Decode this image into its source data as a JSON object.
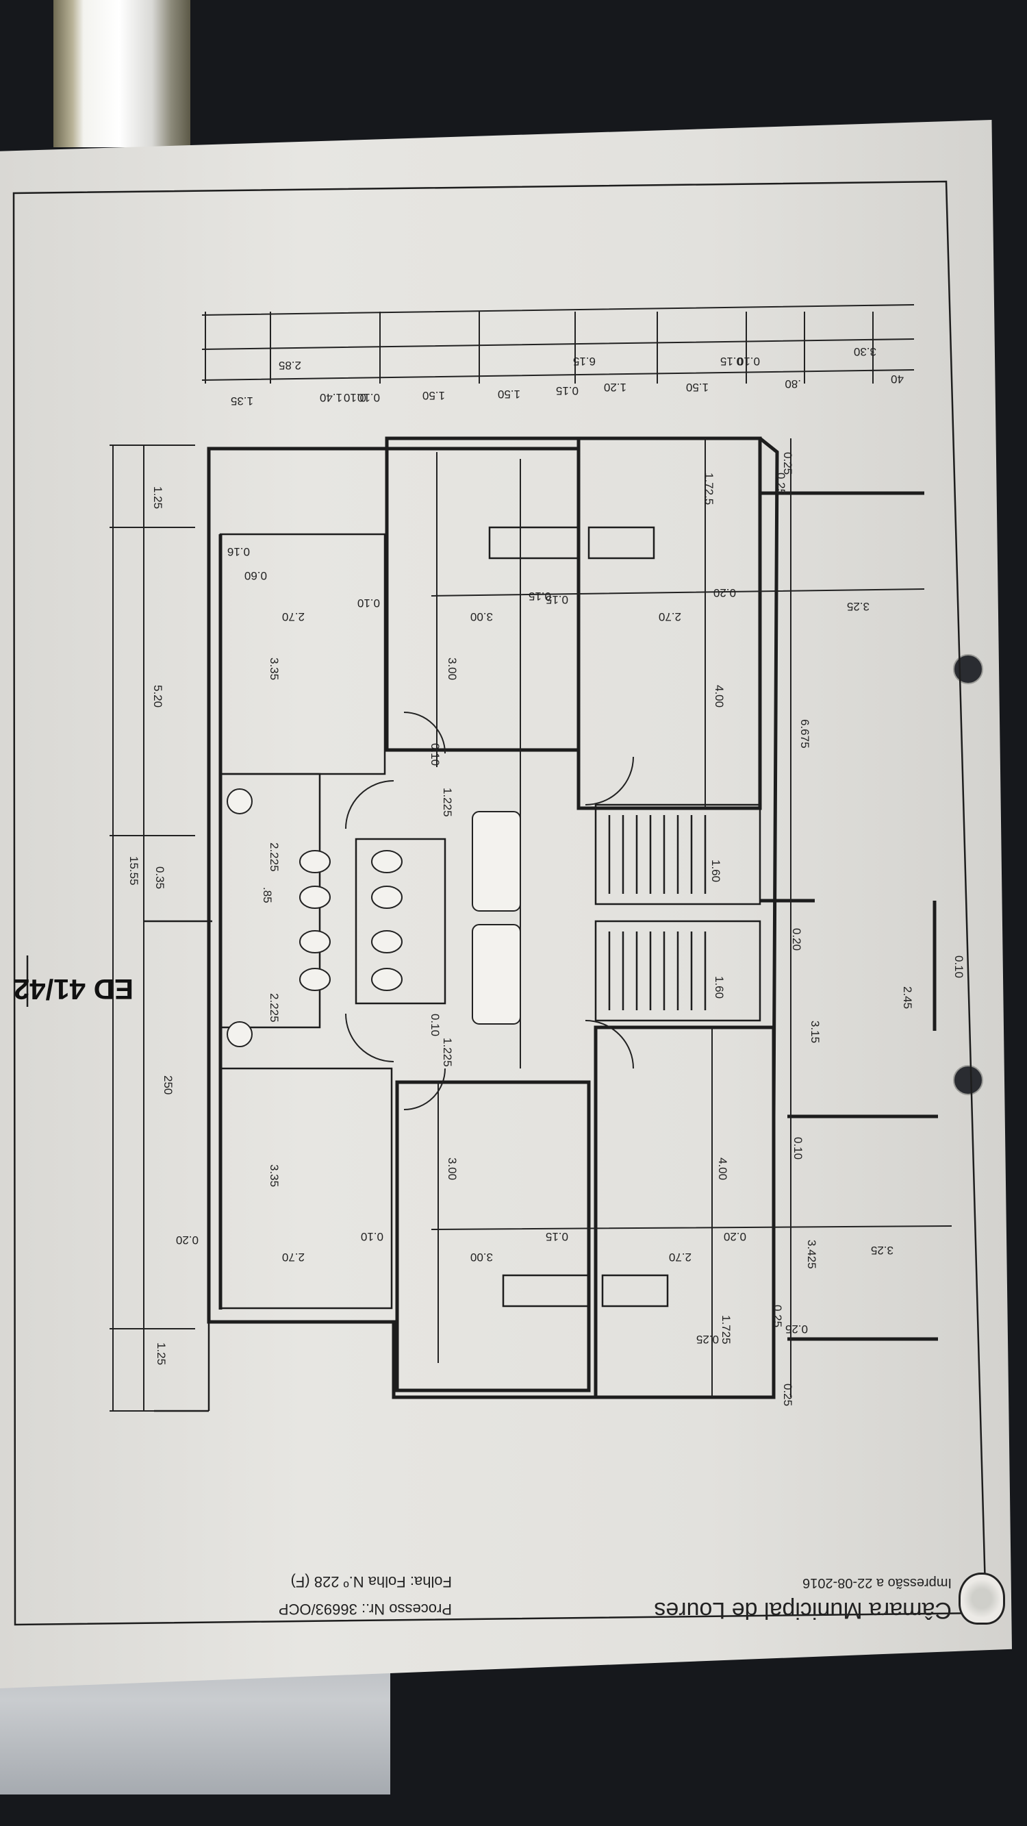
{
  "photo": {
    "subject": "",
    "colors": {
      "background": "#16181c",
      "paper": "#e4e3df",
      "ink": "#1d1d1d"
    }
  },
  "footer": {
    "title": "Câmara Municipal de Loures",
    "printed": "Impressão a 22-08-2016",
    "process": "Processo Nr.: 36693/OCP",
    "sheet": "Folha: Folha N.º 228 (F)",
    "seal_icon": "municipal-seal-icon"
  },
  "plan": {
    "building_label": "ED 41/42",
    "dimensions_top": [
      "1.25",
      "5.20",
      "0.35",
      "15.55",
      "2.225",
      "2.225",
      "250",
      "3.35",
      "3.35",
      "1.25"
    ],
    "dimensions_rooms_left": [
      "2.70",
      "0.10",
      "3.00",
      "0.15",
      "2.70",
      "0.20",
      "3.25",
      "0.15",
      "0.16",
      "0.60"
    ],
    "dimensions_rooms_right": [
      "0.20",
      "2.70",
      "0.10",
      "3.00",
      "0.15",
      "2.70",
      "0.20",
      "3.25",
      "0.25",
      "0.25"
    ],
    "dimensions_vertical": [
      "3.00",
      "3.00",
      "4.00",
      "4.00",
      "6.675",
      "3.15",
      "3.425",
      "1.72.5",
      "1.725",
      "2.45",
      "0.10"
    ],
    "dimensions_misc": [
      "1.225",
      "1.225",
      "0.10",
      "0.10",
      ".85",
      "1.60",
      "1.60",
      "0.20",
      "0.10",
      "0.25",
      "0.25",
      "0.25",
      "0.25"
    ],
    "dimensions_bottom_row1": [
      "1.35",
      "1.40",
      "0.10",
      "0.10",
      "0.15",
      "1.50",
      "1.50",
      "1.20",
      "1.50",
      ".80",
      "40"
    ],
    "dimensions_bottom_row2": [
      "2.85",
      "6.15",
      "0.10",
      "0.15",
      "3.30"
    ]
  }
}
